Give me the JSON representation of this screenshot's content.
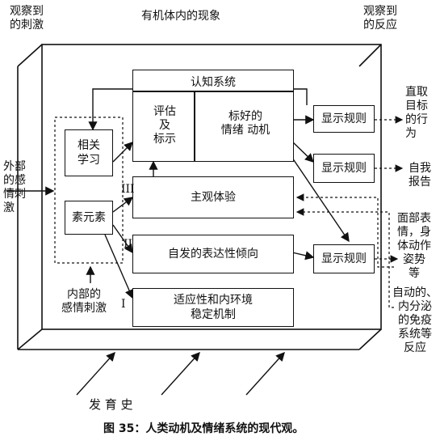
{
  "header": {
    "observed_stimulus": "观察到\n的刺激",
    "middle_title": "有机体内的现象",
    "observed_response": "观察到\n的反应"
  },
  "left": {
    "external_stimulus": "外部\n的感\n情刺\n激",
    "internal_stimulus": "内部的\n感情刺激"
  },
  "boxes": {
    "cognitive_system": "认知系统",
    "appraisal": "评估\n及\n标示",
    "preference": "标好的\n情绪  动机",
    "related_learning": "相关\n学习",
    "primitives": "素元素",
    "subjective": "主观体验",
    "expressive": "自发的表达性倾向",
    "adaptive": "适应性和内环境\n稳定机制",
    "display_rule_1": "显示规则",
    "display_rule_2": "显示规则",
    "display_rule_3": "显示规则"
  },
  "levels": {
    "I": "I",
    "II": "II",
    "III": "III"
  },
  "right": {
    "directed_behavior": "直取\n目标\n的行\n为",
    "self_report": "自我\n报告",
    "facial": "面部表\n情，身\n体动作\n姿势\n等",
    "autonomic": "自动的、\n内分泌\n的免疫\n系统等\n反应"
  },
  "footer": {
    "development": "发  育  史",
    "caption": "图 35：人类动机及情绪系统的现代观。"
  }
}
